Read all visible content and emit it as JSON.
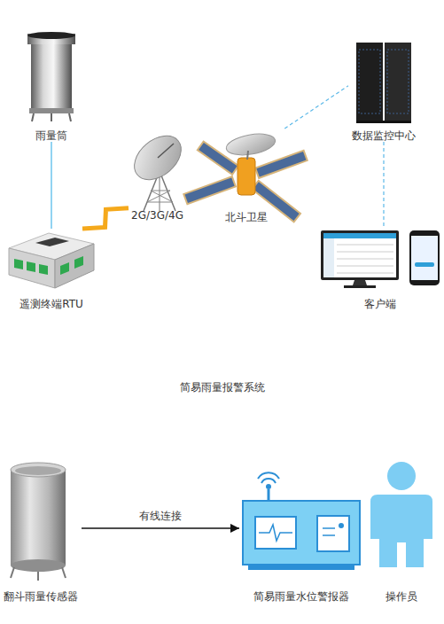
{
  "diagram": {
    "caption": "简易雨量报警系统",
    "nodes": [
      {
        "text": [
          "雨量筒"
        ]
      },
      {
        "text": [
          "数据监控中心"
        ]
      },
      {
        "text": [
          "2G/3G/4G"
        ]
      },
      {
        "text": [
          "北斗卫星"
        ]
      },
      {
        "text": [
          "遥测终端RTU"
        ]
      },
      {
        "text": [
          "客户端"
        ]
      },
      {
        "text": [
          "翻斗雨量传感器"
        ]
      },
      {
        "text": [
          "简易雨量水位警报器"
        ]
      },
      {
        "text": [
          "操作员"
        ]
      }
    ],
    "edges": [
      {
        "from": 0,
        "to": 4,
        "arrow": "none"
      },
      {
        "from": 4,
        "to": 2,
        "arrow": "none"
      },
      {
        "from": 3,
        "to": 1,
        "arrow": "none"
      },
      {
        "from": 1,
        "to": 5,
        "arrow": "none"
      },
      {
        "from": 6,
        "to": 7,
        "label": "有线连接",
        "arrow": "to"
      }
    ]
  }
}
